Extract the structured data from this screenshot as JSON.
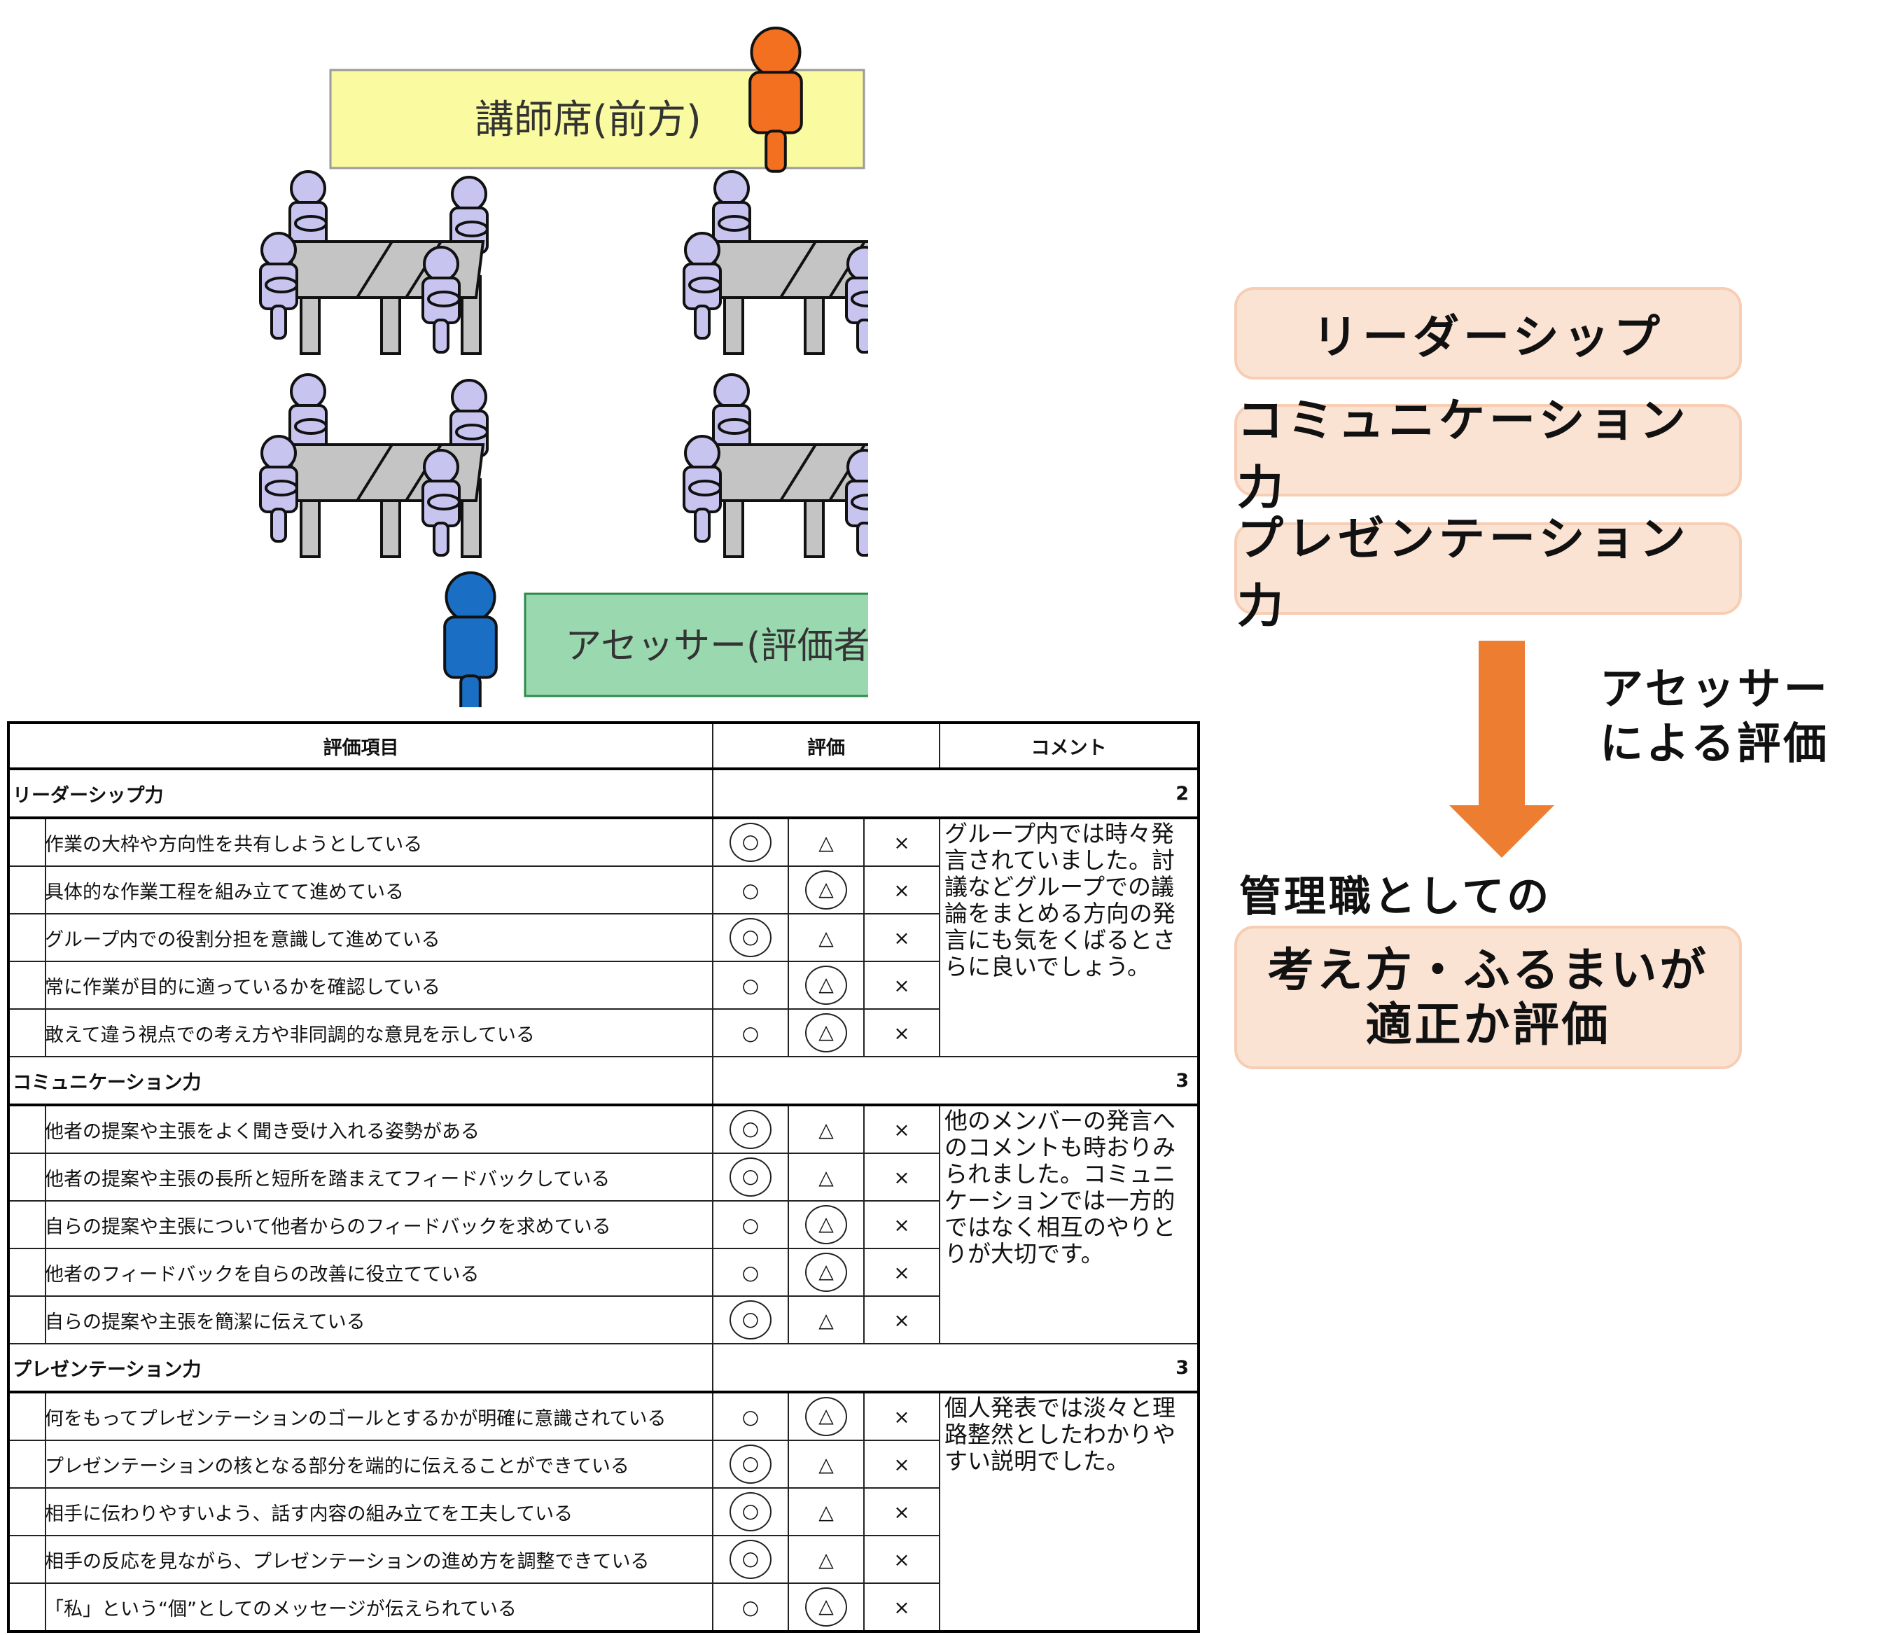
{
  "classroom": {
    "instructor_label": "講師席(前方)",
    "assessor_label": "アセッサー(評価者)",
    "colors": {
      "instructor_box": "#fafaa0",
      "assessor_box": "#9ad9b0",
      "instructor_person": "#f27020",
      "assessor_person": "#1a6fc4",
      "participant": "#c8c4f0",
      "table": "#c4c4c4"
    }
  },
  "table": {
    "headers": {
      "item": "評価項目",
      "rating": "評価",
      "comment": "コメント"
    },
    "categories": [
      {
        "name": "リーダーシップ力",
        "score": "2",
        "comment": "グループ内では時々発言されていました。討議などグループでの議論をまとめる方向の発言にも気をくばるとさらに良いでしょう。",
        "items": [
          {
            "text": "作業の大枠や方向性を共有しようとしている",
            "selected": 0
          },
          {
            "text": "具体的な作業工程を組み立てて進めている",
            "selected": 1
          },
          {
            "text": "グループ内での役割分担を意識して進めている",
            "selected": 0
          },
          {
            "text": "常に作業が目的に適っているかを確認している",
            "selected": 1
          },
          {
            "text": "敢えて違う視点での考え方や非同調的な意見を示している",
            "selected": 1
          }
        ]
      },
      {
        "name": "コミュニケーション力",
        "score": "3",
        "comment": "他のメンバーの発言へのコメントも時おりみられました。コミュニケーションでは一方的ではなく相互のやりとりが大切です。",
        "items": [
          {
            "text": "他者の提案や主張をよく聞き受け入れる姿勢がある",
            "selected": 0
          },
          {
            "text": "他者の提案や主張の長所と短所を踏まえてフィードバックしている",
            "selected": 0
          },
          {
            "text": "自らの提案や主張について他者からのフィードバックを求めている",
            "selected": 1
          },
          {
            "text": "他者のフィードバックを自らの改善に役立てている",
            "selected": 1
          },
          {
            "text": "自らの提案や主張を簡潔に伝えている",
            "selected": 0
          }
        ]
      },
      {
        "name": "プレゼンテーション力",
        "score": "3",
        "comment": "個人発表では淡々と理路整然としたわかりやすい説明でした。",
        "items": [
          {
            "text": "何をもってプレゼンテーションのゴールとするかが明確に意識されている",
            "selected": 1
          },
          {
            "text": "プレゼンテーションの核となる部分を端的に伝えることができている",
            "selected": 0
          },
          {
            "text": "相手に伝わりやすいよう、話す内容の組み立てを工夫している",
            "selected": 0
          },
          {
            "text": "相手の反応を見ながら、プレゼンテーションの進め方を調整できている",
            "selected": 0
          },
          {
            "text": "「私」という“個”としてのメッセージが伝えられている",
            "selected": 1
          }
        ]
      }
    ],
    "marks": [
      "○",
      "△",
      "×"
    ]
  },
  "skills": {
    "items": [
      "リーダーシップ",
      "コミュニケーション力",
      "プレゼンテーション力"
    ],
    "arrow_label": "アセッサー\nによる評価",
    "arrow_color": "#ed7d31",
    "mgmt_label": "管理職としての",
    "result_line1": "考え方・ふるまいが",
    "result_line2": "適正か評価"
  }
}
